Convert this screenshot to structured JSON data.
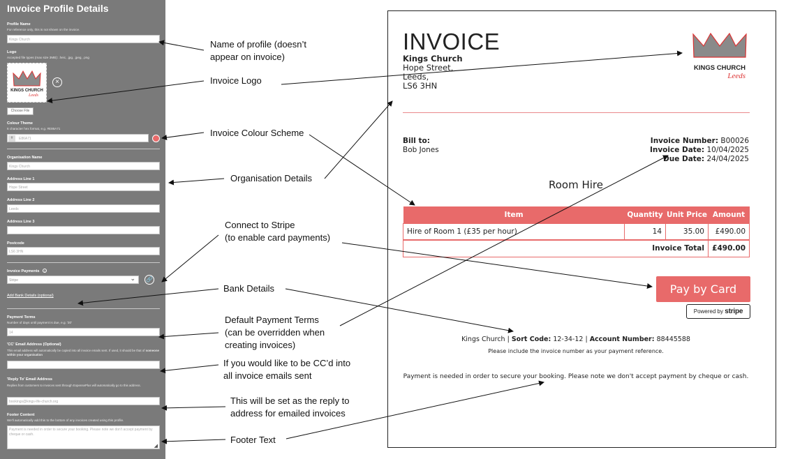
{
  "panel": {
    "title": "Invoice Profile Details",
    "profile_name": {
      "label": "Profile Name",
      "hint": "For reference only, this is not shown on the invoice.",
      "value": "Kings Church"
    },
    "logo": {
      "label": "Logo",
      "hint": "Accepted file types (max size 3MB): .heic, .jpg, .jpeg, .png",
      "choose_file": "Choose File",
      "remove_icon": "close-circle-icon"
    },
    "colour_theme": {
      "label": "Colour Theme",
      "hint": "6 character hex format, e.g. #E86A71",
      "value": "E86A71",
      "hash": "#",
      "color": "#e86a6a"
    },
    "organisation_name": {
      "label": "Organisation Name",
      "value": "Kings Church"
    },
    "address_line_1": {
      "label": "Address Line 1",
      "value": "Hope Street"
    },
    "address_line_2": {
      "label": "Address Line 2",
      "value": "Leeds"
    },
    "address_line_3": {
      "label": "Address Line 3",
      "value": ""
    },
    "postcode": {
      "label": "Postcode",
      "value": "LS6 3HN"
    },
    "invoice_payments": {
      "label": "Invoice Payments",
      "info_icon": "info-icon",
      "selected": "Stripe",
      "icon": "link-icon"
    },
    "bank_details_link": "Add Bank Details (optional)",
    "payment_terms": {
      "label": "Payment Terms",
      "hint": "Number of days until payment is due, e.g. '30'",
      "value": "14"
    },
    "cc_email": {
      "label": "'CC' Email Address (Optional)",
      "hint": "This email address will automatically be copied into all invoice emails sent. If used, it should be that of",
      "hint_bold": "someone within your organisation",
      "value": ""
    },
    "reply_to": {
      "label": "'Reply To' Email Address",
      "hint": "Replies from customers to invoices sent through ExpensePlus will automatically go to this address.",
      "value": "bookings@kings-life-church.org"
    },
    "footer": {
      "label": "Footer Content",
      "hint": "We'll automatically add this to the bottom of any invoices created using this profile.",
      "value": "Payment is needed in order to secure your booking. Please note we don't accept payment by cheque or cash."
    }
  },
  "annotations": {
    "profile_name": [
      "Name of profile (doesn’t",
      "appear on invoice)"
    ],
    "logo": "Invoice Logo",
    "colour": "Invoice Colour Scheme",
    "org": "Organisation Details",
    "stripe": [
      "Connect to Stripe",
      "(to enable card payments)"
    ],
    "bank": "Bank Details",
    "terms": [
      "Default Payment Terms",
      "(can be overridden when",
      "creating invoices)"
    ],
    "cc": [
      "If you would like to be CC’d into",
      "all invoice emails sent"
    ],
    "reply": [
      "This will be set as the reply to",
      "address for emailed invoices"
    ],
    "footer": "Footer Text"
  },
  "invoice": {
    "title": "INVOICE",
    "org_name": "Kings Church",
    "address": [
      "Hope Street,",
      "Leeds,",
      "LS6 3HN"
    ],
    "logo_text": "KINGS CHURCH",
    "logo_script": "Leeds",
    "bill_to_label": "Bill to:",
    "bill_to_name": "Bob Jones",
    "invoice_number_label": "Invoice Number:",
    "invoice_number": "B00026",
    "invoice_date_label": "Invoice Date:",
    "invoice_date": "10/04/2025",
    "due_date_label": "Due Date:",
    "due_date": "24/04/2025",
    "heading": "Room Hire",
    "columns": [
      "Item",
      "Quantity",
      "Unit Price",
      "Amount"
    ],
    "rows": [
      {
        "item": "Hire of Room 1 (£35 per hour)",
        "quantity": "14",
        "unit_price": "35.00",
        "amount": "£490.00"
      }
    ],
    "total_label": "Invoice Total",
    "total": "£490.00",
    "pay_button": "Pay by Card",
    "powered_by": "Powered by",
    "stripe": "stripe",
    "bank_org": "Kings Church",
    "sort_code_label": "Sort Code:",
    "sort_code": "12-34-12",
    "account_label": "Account Number:",
    "account_number": "88445588",
    "reference_note": "Please include the invoice number as your payment reference.",
    "footer": "Payment is needed in order to secure your booking. Please note we don't accept payment by cheque or cash."
  },
  "colors": {
    "accent": "#e86a6a",
    "panel_bg": "#7a7a7a"
  }
}
